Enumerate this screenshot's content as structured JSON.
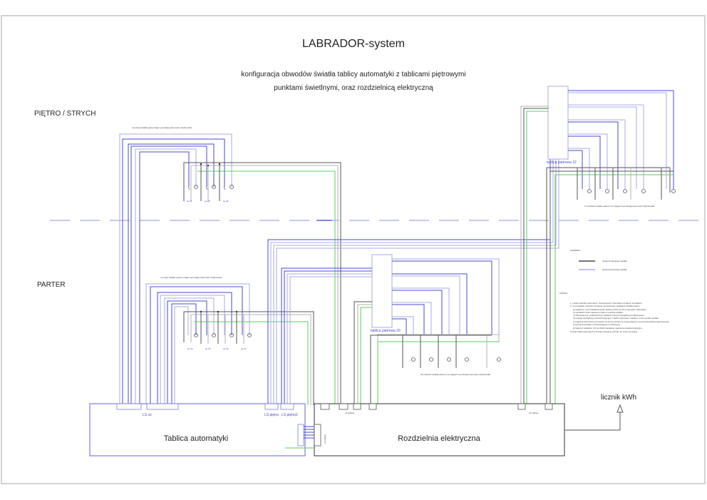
{
  "title": "LABRADOR-system",
  "subtitle_line1": "konfiguracja obwodów światła  tablicy automatyki z tablicami piętrowymi",
  "subtitle_line2": "punktami świetlnymi, oraz rozdzielnicą elektryczną",
  "floors": {
    "upper": "PIĘTRO / STRYCH",
    "ground": "PARTER"
  },
  "boards": {
    "automation": "Tablica automatyki",
    "distribution": "Rozdzielnia elektryczna",
    "floor20": "tablica piętrowa 20",
    "floor12": "tablica piętrowa 12"
  },
  "meter": "licznik kWh",
  "connector_labels": {
    "ls_os": "LS os",
    "ls_pietro": "LS piętro",
    "ls_pietro2": "LS piętro2",
    "lz_tablica_left": "LZ tablica",
    "lz_tablica_right": "LZ tablica",
    "lz_tablica_vertical": "LZ tablica"
  },
  "group_captions": {
    "upper_points": "3 punkty światła piętra objęte symulacją obecności użytkownika",
    "ground_points_left": "4 punkty światła parteru objęte symulacją obecności użytkownika",
    "ground_points_mid": "20 punktów światła parteru nie objętych symulacją obecności użytkownika",
    "ground_points_right": "12 punktów światła parteru nie objętych symulacją obecności użytkownika"
  },
  "legend": {
    "title": "LEGENDA",
    "items": [
      {
        "label": "obwód budynkowy światła",
        "color": "#222222"
      },
      {
        "label": "obwód automatyki światła",
        "color": "#9a9ae8"
      }
    ]
  },
  "notes": {
    "title": "UWAGA",
    "lines": [
      "1. punkty świetlne sterowane \"dzwonkowym\" łącznikiem zwanym kontaktem",
      "2. w przypadku potrzeby przejścia na tradycyjne zapalanie światła należy:",
      "a) wyłączyć z pod zasilania punkt świetlny który chcemy sterować tradycyjnie",
      "b) sprawdzić brak napięcia w danym punkcie światła",
      "c) zabezpieczyć i zabezpieczyć zasilanie przed przypadkowym włączeniem",
      "d) rozpiąć dwużyłowy przewód biegnący z tablicy piętrowej i zacisk e i N do punktu światła",
      "e) najpierw dwa końce przewodu od strony punktu  ze sobą połączyć za pomocą kostki połączeniowej",
      "f) wymienić kontakt z dzwonkowego na tradycyjny",
      "g) włączyć zasilanie.  Od tej chwili zapalanie i gaszenie światła tradycyjne.",
      "3) Ilość tablic piętrowych w domku dowolna, jednak nie mniej niż jedną."
    ]
  },
  "colors": {
    "automation_wire": "#4a4ad0",
    "automation_wire_light": "#a8a8ec",
    "building_wire": "#333333",
    "building_wire_light": "#b0b0b0",
    "neutral_wire": "#5ccc5c",
    "frame": "#c0c0c0",
    "floor_divider": "#a8a8ec"
  }
}
